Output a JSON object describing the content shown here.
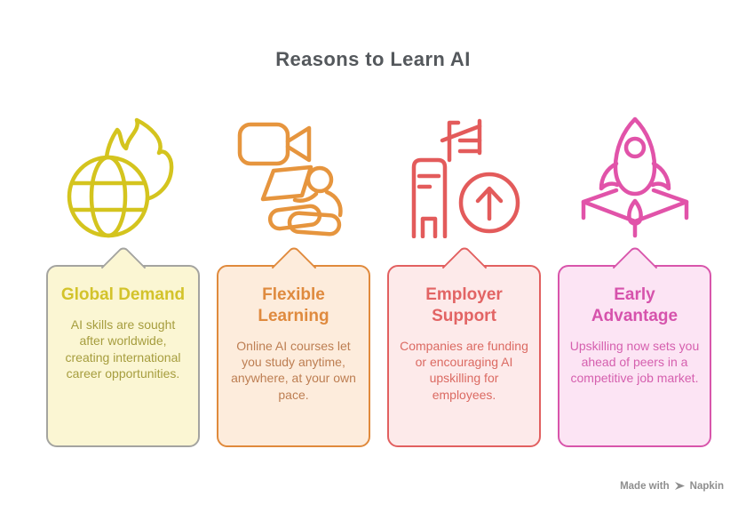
{
  "title": "Reasons to Learn AI",
  "colors": {
    "title": "#54585c",
    "watermark": "#8e8e8e",
    "background": "#ffffff"
  },
  "watermark": {
    "prefix": "Made with",
    "brand": "Napkin",
    "logo_icon": "napkin-pen-logo"
  },
  "cards": [
    {
      "id": "global-demand",
      "icon": "globe-fire-icon",
      "heading": "Global Demand",
      "body": "AI skills are sought after worldwide, creating international career opportunities.",
      "colors": {
        "fill": "#fbf6d3",
        "border": "#a4a4a0",
        "heading": "#d3c32b",
        "body": "#a69d3e",
        "icon": "#d4c41e"
      }
    },
    {
      "id": "flexible-learning",
      "icon": "video-learning-icon",
      "heading": "Flexible\nLearning",
      "body": "Online AI courses let you study anytime, anywhere, at your own pace.",
      "colors": {
        "fill": "#fdecdc",
        "border": "#e08a3c",
        "heading": "#df8a3e",
        "body": "#bd7e52",
        "icon": "#e6953e"
      }
    },
    {
      "id": "employer-support",
      "icon": "building-growth-icon",
      "heading": "Employer\nSupport",
      "body": "Companies are funding or encouraging AI upskilling for employees.",
      "colors": {
        "fill": "#fdeaea",
        "border": "#e26060",
        "heading": "#e26464",
        "body": "#db6a62",
        "icon": "#e35b5b"
      }
    },
    {
      "id": "early-advantage",
      "icon": "rocket-launch-icon",
      "heading": "Early\nAdvantage",
      "body": "Upskilling now sets you ahead of peers in a competitive job market.",
      "colors": {
        "fill": "#fce4f4",
        "border": "#d855ab",
        "heading": "#d653ac",
        "body": "#d55fae",
        "icon": "#e153a9"
      }
    }
  ]
}
